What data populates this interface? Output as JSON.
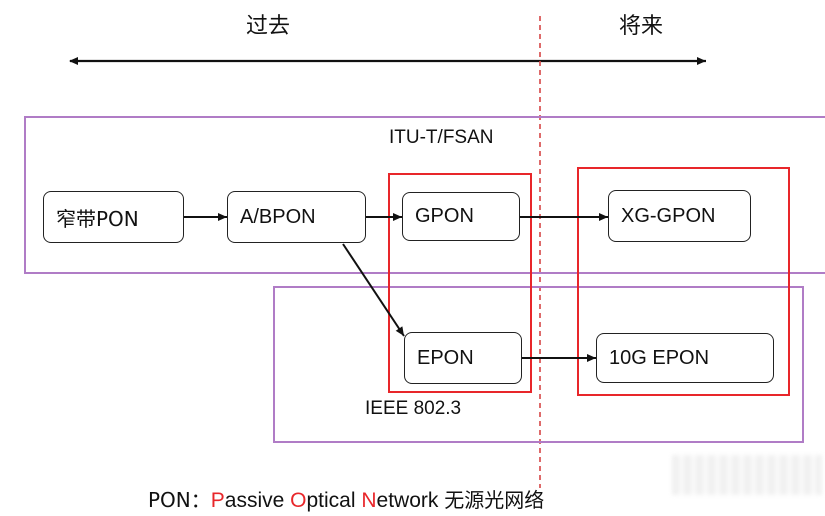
{
  "timeline": {
    "past_label": "过去",
    "future_label": "将来"
  },
  "groups": {
    "itu": {
      "label": "ITU-T/FSAN"
    },
    "ieee": {
      "label": "IEEE 802.3"
    }
  },
  "nodes": {
    "narrowband_pon": "窄带PON",
    "abpon": "A/BPON",
    "gpon": "GPON",
    "xg_gpon": "XG-GPON",
    "epon": "EPON",
    "epon_10g": "10G EPON"
  },
  "footer": {
    "prefix": "PON：",
    "p_initial": "P",
    "p_rest": "assive ",
    "o_initial": "O",
    "o_rest": "ptical ",
    "n_initial": "N",
    "n_rest": "etwork ",
    "cn": "无源光网络"
  },
  "colors": {
    "itu_ieee_frame": "#b07cc6",
    "highlight_frame": "#e8262a",
    "divider": "#d64545",
    "acronym_red": "#e8262a"
  }
}
